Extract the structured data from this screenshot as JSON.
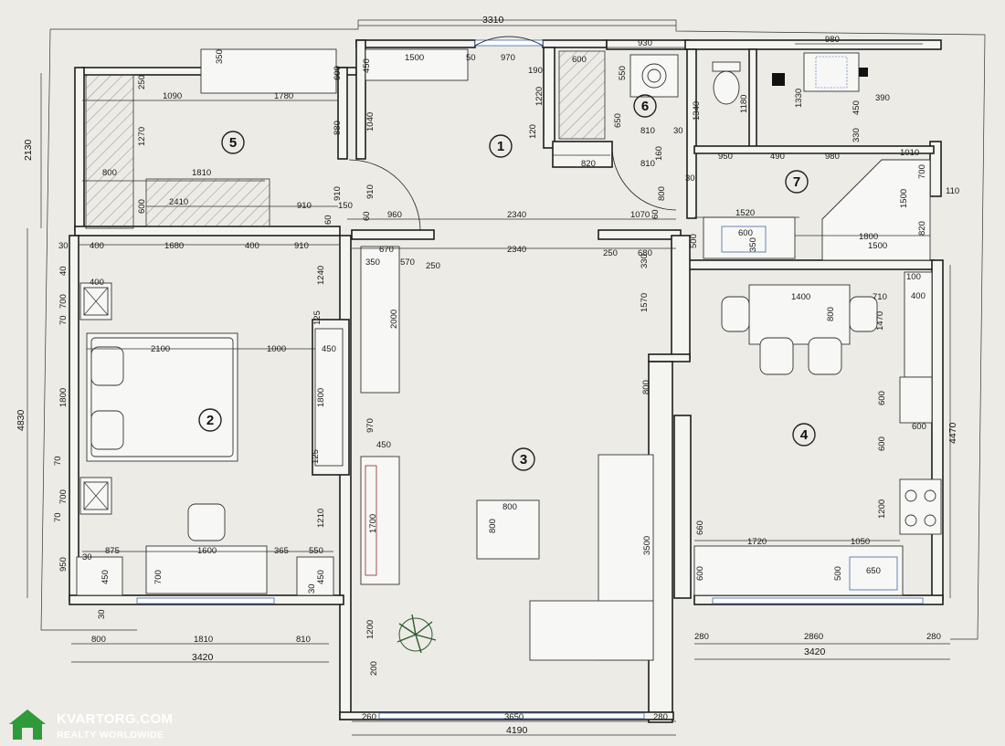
{
  "watermark": {
    "title": "KVARTORG.COM",
    "subtitle": "REALTY WORLDWIDE"
  },
  "rooms": [
    "1",
    "2",
    "3",
    "4",
    "5",
    "6",
    "7"
  ],
  "dims": {
    "top_3310": "3310",
    "top_930": "930",
    "top_980": "980",
    "t_350": "350",
    "t_600a": "600",
    "t_450": "450",
    "t_1500a": "1500",
    "t_50": "50",
    "t_970": "970",
    "t_190": "190",
    "t_600b": "600",
    "t_550": "550",
    "t_250a": "250",
    "t_1090": "1090",
    "t_1780": "1780",
    "t_1040": "1040",
    "t_1220": "1220",
    "t_880": "880",
    "t_1270": "1270",
    "t_120": "120",
    "t_650": "650",
    "t_810a": "810",
    "t_30a": "30",
    "t_1340": "1340",
    "t_1180": "1180",
    "t_1330": "1330",
    "t_450b": "450",
    "t_390": "390",
    "t_330": "330",
    "t_950": "950",
    "t_490": "490",
    "t_980b": "980",
    "t_1010": "1010",
    "t_820": "820",
    "t_810b": "810",
    "t_160": "160",
    "t_30b": "30",
    "t_700a": "700",
    "t_1500b": "1500",
    "t_110": "110",
    "t_800a": "800",
    "t_1810a": "1810",
    "t_600c": "600",
    "t_2410": "2410",
    "t_910a": "910",
    "t_910b": "910",
    "t_910c": "910",
    "t_150": "150",
    "t_60a": "60",
    "t_60b": "60",
    "t_960": "960",
    "t_2340a": "2340",
    "t_1070": "1070",
    "t_60c": "60",
    "t_800b": "800",
    "t_1520": "1520",
    "t_600d": "600",
    "t_350b": "350",
    "t_500": "500",
    "t_1800": "1800",
    "t_1500c": "1500",
    "t_820b": "820",
    "l_2130": "2130",
    "l_4830": "4830",
    "m_30": "30",
    "m_400a": "400",
    "m_1680": "1680",
    "m_400b": "400",
    "m_910": "910",
    "m_670": "670",
    "m_2340b": "2340",
    "m_250": "250",
    "m_680": "680",
    "m_350": "350",
    "m_570": "570",
    "m_250b": "250",
    "m_330": "330",
    "m_400c": "400",
    "m_40": "40",
    "m_700a": "700",
    "m_70a": "70",
    "m_1240": "1240",
    "m_2000": "2000",
    "m_125a": "125",
    "m_1570": "1570",
    "m_1400": "1400",
    "m_710": "710",
    "m_800c": "800",
    "m_1470": "1470",
    "m_100": "100",
    "m_400d": "400",
    "b_2100": "2100",
    "b_1000": "1000",
    "b_450": "450",
    "b_1800a": "1800",
    "b_1800b": "1800",
    "b_970": "970",
    "b_800": "800",
    "b_600a": "600",
    "b_600b": "600",
    "b_600c": "600",
    "b_4470": "4470",
    "b_70b": "70",
    "b_125b": "125",
    "b_450b": "450",
    "b_700b": "700",
    "b_70c": "70",
    "b_1210": "1210",
    "b_1700": "1700",
    "b_800d": "800",
    "b_800e": "800",
    "b_3500": "3500",
    "b_1200a": "1200",
    "b_660": "660",
    "b_1720": "1720",
    "b_1050": "1050",
    "b_600e": "600",
    "b_500": "500",
    "b_650": "650",
    "b_950": "950",
    "b_30": "30",
    "b_875": "875",
    "b_1600": "1600",
    "b_365": "365",
    "b_550": "550",
    "b_450c": "450",
    "b_700c": "700",
    "b_30b": "30",
    "b_450d": "450",
    "b_30c": "30",
    "b_1200b": "1200",
    "b_200": "200",
    "f_800": "800",
    "f_1810": "1810",
    "f_810": "810",
    "f_3420a": "3420",
    "f_260": "260",
    "f_3650": "3650",
    "f_280a": "280",
    "f_4190": "4190",
    "f_280b": "280",
    "f_2860": "2860",
    "f_280c": "280",
    "f_3420b": "3420"
  }
}
